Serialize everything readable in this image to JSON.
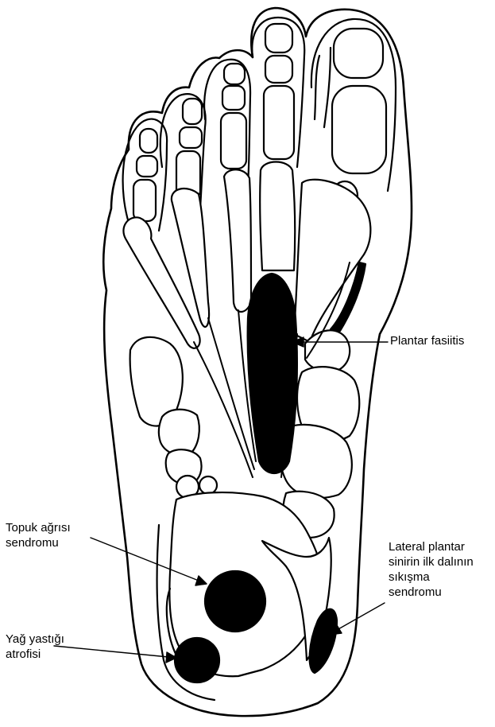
{
  "labels": {
    "plantar_fasciitis": [
      "Plantar fasiitis"
    ],
    "heel_pain_syndrome": [
      "Topuk ağrısı",
      "sendromu"
    ],
    "lateral_plantar_nerve": [
      "Lateral plantar",
      "sinirin ilk dalının",
      "sıkışma",
      "sendromu"
    ],
    "fat_pad_atrophy": [
      "Yağ yastığı",
      "atrofisi"
    ]
  },
  "colors": {
    "ink": "#000000",
    "paper": "#ffffff"
  }
}
